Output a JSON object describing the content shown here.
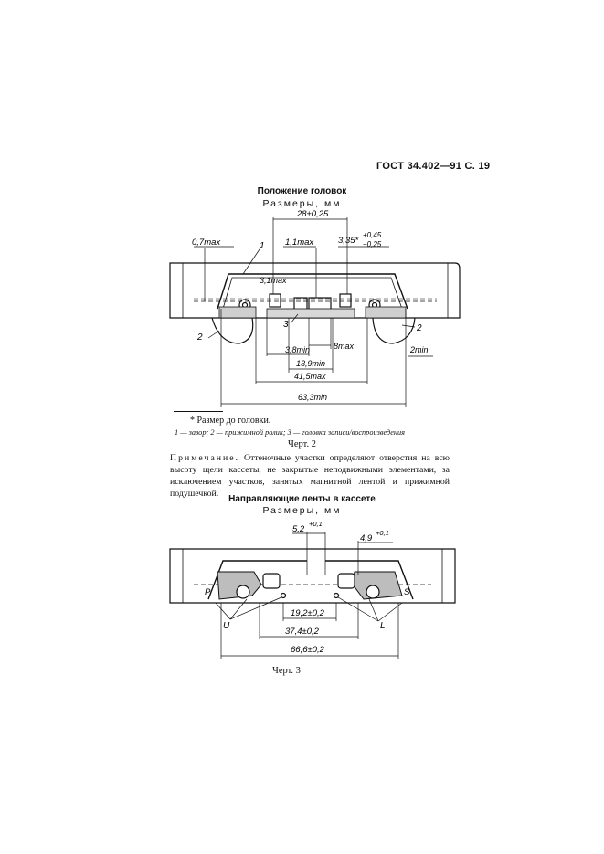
{
  "header": "ГОСТ 34.402—91 С. 19",
  "figure2": {
    "title": "Положение головок",
    "subtitle": "Размеры, мм",
    "dims": {
      "d28": "28±0,25",
      "d07": "0,7max",
      "d11": "1,1max",
      "d335": "3,35*",
      "d335_tol_up": "+0,45",
      "d335_tol_dn": "−0,25",
      "d31": "3,1max",
      "d38": "3,8min",
      "d8": "8max",
      "d139": "13,9min",
      "d415": "41,5max",
      "d633": "63,3min",
      "d2min": "2min"
    },
    "labels": {
      "l1": "1",
      "l2a": "2",
      "l2b": "2",
      "l3": "3"
    },
    "footnote_star": "* Размер до головки.",
    "legend": "1 — зазор; 2 — прижимной ролик; 3 — головка записи/воспроизведения",
    "caption": "Черт. 2"
  },
  "note": {
    "lead": "Примечание.",
    "text": "Оттеночные участки определяют отверстия на всю высоту щели кассеты, не закрытые неподвижными элементами, за исключением участков, занятых магнитной лентой и прижимной подушечкой."
  },
  "figure3": {
    "title": "Направляющие ленты в кассете",
    "subtitle": "Размеры, мм",
    "dims": {
      "d52": "5,2",
      "d52_tol": "+0,1",
      "d49": "4,9",
      "d49_tol": "+0,1",
      "d192": "19,2±0,2",
      "d374": "37,4±0,2",
      "d666": "66,6±0,2"
    },
    "labels": {
      "p": "P",
      "s": "S",
      "u": "U",
      "l": "L"
    },
    "caption": "Черт. 3"
  }
}
